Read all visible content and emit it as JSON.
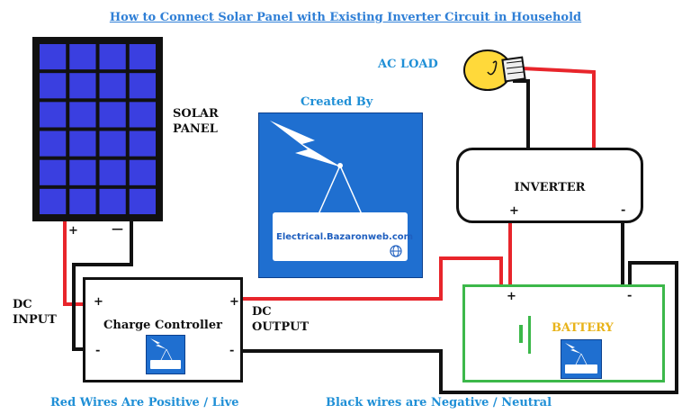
{
  "title": "How to Connect Solar Panel with Existing Inverter Circuit in Household",
  "solar_panel": {
    "label_line1": "SOLAR",
    "label_line2": "PANEL",
    "plus": "+",
    "minus": "—"
  },
  "ac_load": {
    "label": "AC LOAD"
  },
  "created_by": {
    "label": "Created By",
    "site": "Electrical.Bazaronweb.com"
  },
  "inverter": {
    "label": "INVERTER",
    "plus": "+",
    "minus": "-"
  },
  "charge_controller": {
    "label": "Charge Controller",
    "plus_in": "+",
    "minus_in": "-",
    "plus_out": "+",
    "minus_out": "-"
  },
  "dc_input": {
    "line1": "DC",
    "line2": "INPUT"
  },
  "dc_output": {
    "line1": "DC",
    "line2": "OUTPUT"
  },
  "battery": {
    "label": "BATTERY",
    "plus": "+",
    "minus": "-"
  },
  "legend": {
    "red": "Red Wires Are Positive / Live",
    "black": "Black wires are Negative / Neutral"
  },
  "colors": {
    "positive_wire": "#e8252b",
    "negative_wire": "#111111",
    "battery_border": "#3cb84a",
    "title": "#2f7fd6",
    "panel_cell": "#3a3fe0"
  }
}
